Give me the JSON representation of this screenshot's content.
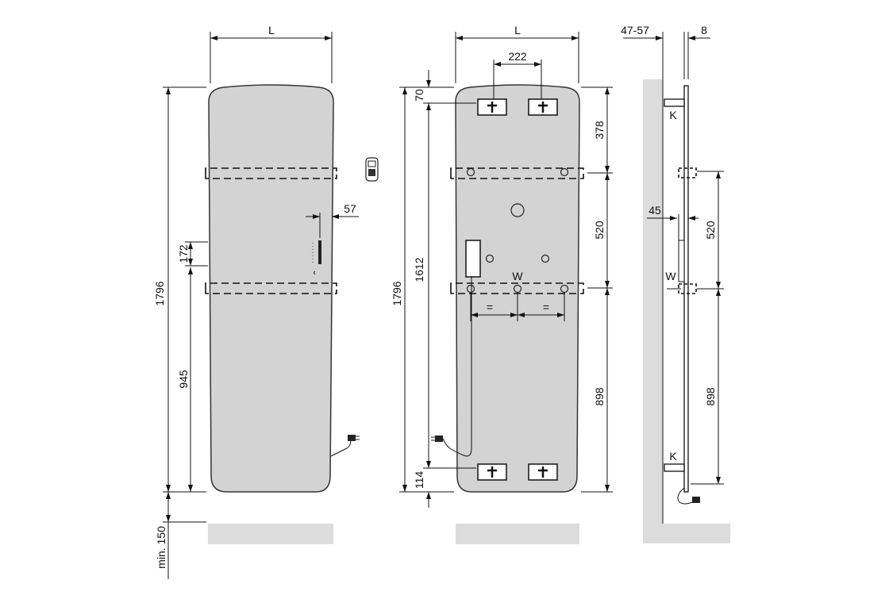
{
  "colors": {
    "panel": "#d3d3d3",
    "floor": "#dcdcdc",
    "line": "#111111"
  },
  "front_view": {
    "width_label": "L",
    "height": "1796",
    "control_gap": "172",
    "bracket_height": "945",
    "floor_clearance": "min. 150",
    "control_offset": "57"
  },
  "rear_view": {
    "width_label": "L",
    "bracket_spacing": "222",
    "height": "1796",
    "inner_height": "1612",
    "top_offset": "70",
    "bottom_offset": "114",
    "dim_top": "378",
    "dim_mid": "520",
    "dim_bottom": "898",
    "equal_left": "=",
    "equal_right": "=",
    "wall_mount_label": "W"
  },
  "side_view": {
    "wall_distance": "47-57",
    "thickness": "8",
    "bracket_top_label": "K",
    "bracket_bottom_label": "K",
    "wall_mount_label": "W",
    "mount_depth": "45",
    "dim_mid": "520",
    "dim_bottom": "898"
  }
}
